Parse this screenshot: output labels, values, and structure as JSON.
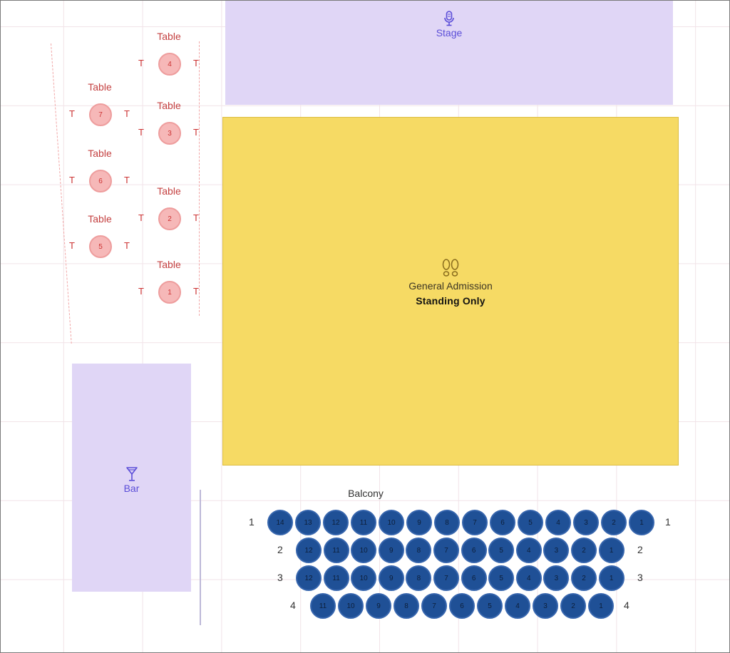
{
  "stage": {
    "label": "Stage",
    "icon": "microphone-icon"
  },
  "bar": {
    "label": "Bar",
    "icon": "cocktail-icon"
  },
  "general_admission": {
    "title": "General Admission",
    "subtitle": "Standing Only",
    "icon": "footprints-icon"
  },
  "tables": [
    {
      "title": "Table",
      "number": "1",
      "seat_label": "T"
    },
    {
      "title": "Table",
      "number": "2",
      "seat_label": "T"
    },
    {
      "title": "Table",
      "number": "3",
      "seat_label": "T"
    },
    {
      "title": "Table",
      "number": "4",
      "seat_label": "T"
    },
    {
      "title": "Table",
      "number": "5",
      "seat_label": "T"
    },
    {
      "title": "Table",
      "number": "6",
      "seat_label": "T"
    },
    {
      "title": "Table",
      "number": "7",
      "seat_label": "T"
    }
  ],
  "balcony": {
    "title": "Balcony",
    "rows": [
      {
        "label": "1",
        "seats": [
          "14",
          "13",
          "12",
          "11",
          "10",
          "9",
          "8",
          "7",
          "6",
          "5",
          "4",
          "3",
          "2",
          "1"
        ]
      },
      {
        "label": "2",
        "seats": [
          "12",
          "11",
          "10",
          "9",
          "8",
          "7",
          "6",
          "5",
          "4",
          "3",
          "2",
          "1"
        ]
      },
      {
        "label": "3",
        "seats": [
          "12",
          "11",
          "10",
          "9",
          "8",
          "7",
          "6",
          "5",
          "4",
          "3",
          "2",
          "1"
        ]
      },
      {
        "label": "4",
        "seats": [
          "11",
          "10",
          "9",
          "8",
          "7",
          "6",
          "5",
          "4",
          "3",
          "2",
          "1"
        ]
      }
    ]
  },
  "colors": {
    "zone_purple": "#e0d6f6",
    "ga_yellow": "#f6da64",
    "seat_blue": "#1f5096",
    "table_pink": "#f6b8b8",
    "label_purple": "#5b4ed8",
    "table_red": "#c44040"
  }
}
